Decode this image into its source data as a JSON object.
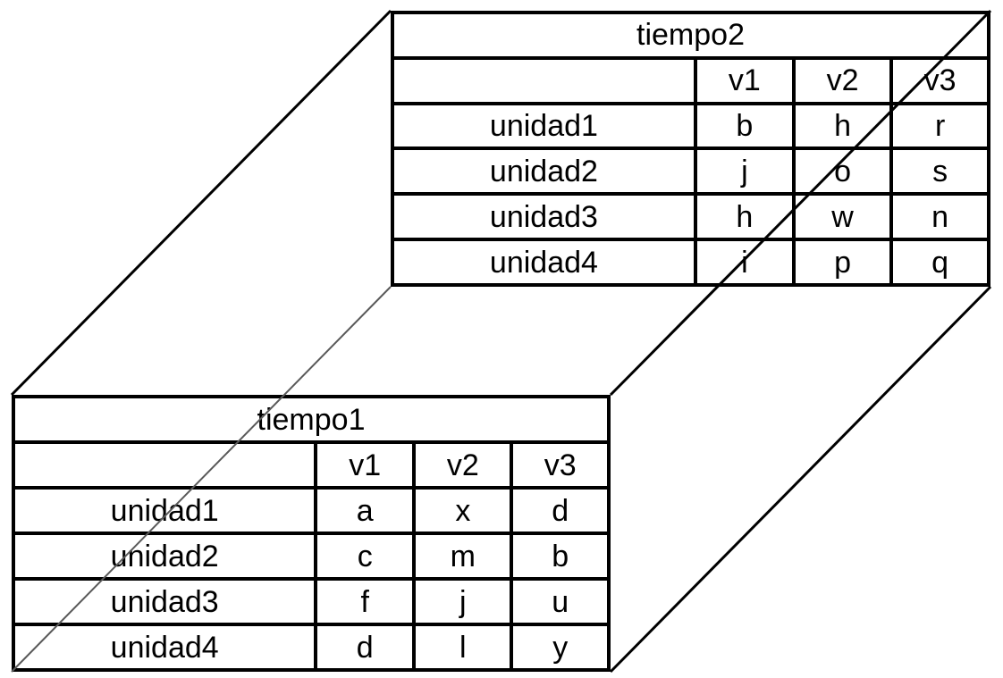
{
  "colors": {
    "edge": "#000000",
    "hidden_edge": "#595959",
    "background": "#ffffff",
    "table_border": "#000000"
  },
  "tables": {
    "back": {
      "title": "tiempo2",
      "columns": [
        "",
        "v1",
        "v2",
        "v3"
      ],
      "rows": [
        {
          "label": "unidad1",
          "values": [
            "b",
            "h",
            "r"
          ]
        },
        {
          "label": "unidad2",
          "values": [
            "j",
            "o",
            "s"
          ]
        },
        {
          "label": "unidad3",
          "values": [
            "h",
            "w",
            "n"
          ]
        },
        {
          "label": "unidad4",
          "values": [
            "i",
            "p",
            "q"
          ]
        }
      ]
    },
    "front": {
      "title": "tiempo1",
      "columns": [
        "",
        "v1",
        "v2",
        "v3"
      ],
      "rows": [
        {
          "label": "unidad1",
          "values": [
            "a",
            "x",
            "d"
          ]
        },
        {
          "label": "unidad2",
          "values": [
            "c",
            "m",
            "b"
          ]
        },
        {
          "label": "unidad3",
          "values": [
            "f",
            "j",
            "u"
          ]
        },
        {
          "label": "unidad4",
          "values": [
            "d",
            "l",
            "y"
          ]
        }
      ]
    }
  }
}
